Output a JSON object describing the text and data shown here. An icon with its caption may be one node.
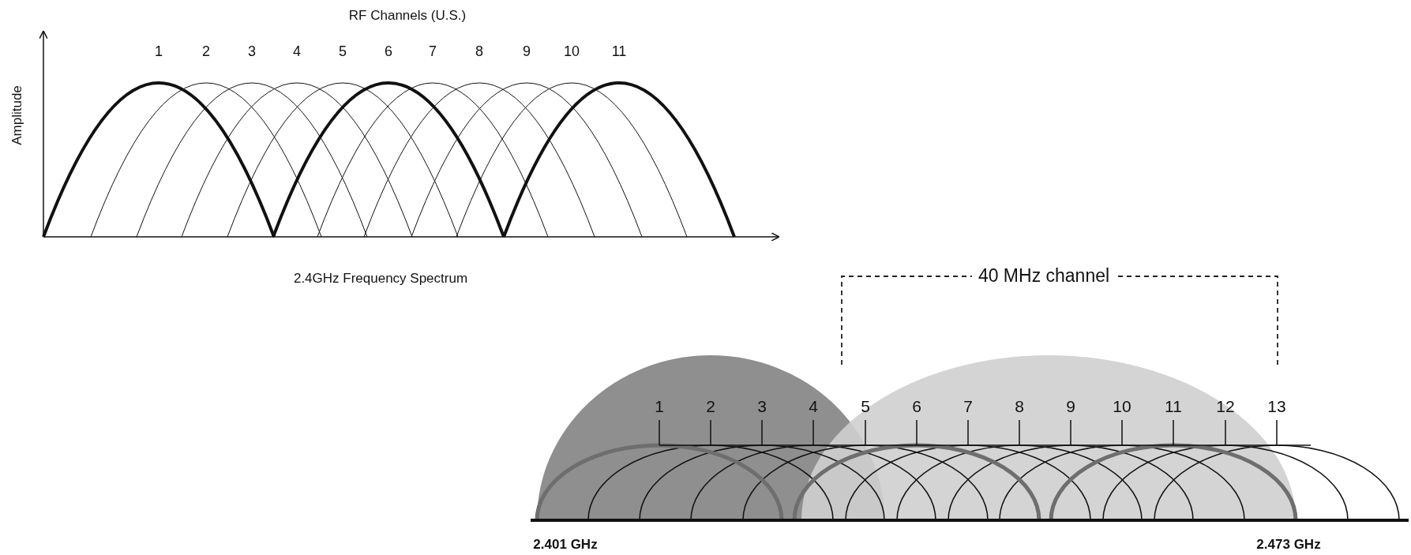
{
  "diagram": {
    "labels": [
      "RF Channels (U.S.)",
      "1",
      "2",
      "3",
      "4",
      "5",
      "6",
      "7",
      "8",
      "9",
      "10",
      "11",
      "Amplitude",
      "2.4GHz Frequency Spectrum",
      "40 MHz channel",
      "1",
      "2",
      "3",
      "4",
      "5",
      "6",
      "7",
      "8",
      "9",
      "10",
      "11",
      "12",
      "13",
      "2.401 GHz",
      "2.473 GHz"
    ]
  }
}
